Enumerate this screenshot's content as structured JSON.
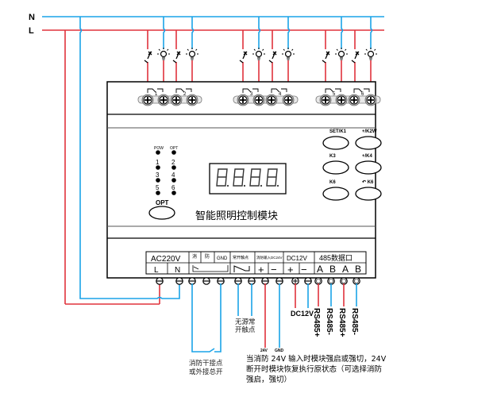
{
  "colors": {
    "live_wire": "#e0323c",
    "neutral_wire": "#1aa3e8",
    "outline": "#000000"
  },
  "bus": {
    "neutral_label": "N",
    "live_label": "L"
  },
  "channels": [
    "1",
    "2",
    "3",
    "4",
    "5",
    "6"
  ],
  "loads": {
    "switch_icon": "switch-icon",
    "lamp_icon": "lamp-icon"
  },
  "front_panel": {
    "leds": [
      {
        "label": "POW"
      },
      {
        "label": "OPT"
      },
      {
        "label": "1"
      },
      {
        "label": "2"
      },
      {
        "label": "3"
      },
      {
        "label": "4"
      },
      {
        "label": "5"
      },
      {
        "label": "6"
      }
    ],
    "opt_button_label": "OPT",
    "display_digits": "8.8.8.8.",
    "title": "智能照明控制模块",
    "buttons": [
      {
        "label": "SET/K1"
      },
      {
        "label": "+/K2W"
      },
      {
        "label": "K3"
      },
      {
        "label": "+/K4"
      },
      {
        "label": "K6"
      },
      {
        "label": "↶ K6"
      }
    ]
  },
  "bottom_terminals": {
    "ac_header": "AC220V",
    "ac_L": "L",
    "ac_N": "N",
    "dry_contact_hdr_1": "消",
    "dry_contact_hdr_2": "防",
    "gnd": "GND",
    "normally_open_hdr": "常开触点",
    "fire_input_hdr": "消防输入DC24V",
    "plus": "+",
    "minus": "−",
    "dc12v_header": "DC12V",
    "rs485_header": "485数据口",
    "rs485_pins": [
      "A",
      "B",
      "A",
      "B"
    ]
  },
  "annotations": {
    "dc12v": "DC12V",
    "rs485": [
      "RS485+",
      "RS485-",
      "RS485+",
      "RS485-"
    ],
    "no_contact_line1": "无源常",
    "no_contact_line2": "开触点",
    "v24": "24V",
    "gnd": "GND",
    "fire_contact_line1": "消防干接点",
    "fire_contact_line2": "或外接总开",
    "note_line1": "当消防 24V 输入时模块强启或强切，24V",
    "note_line2": "断开时模块恢复执行原状态（可选择消防",
    "note_line3": "强启，强切）"
  }
}
